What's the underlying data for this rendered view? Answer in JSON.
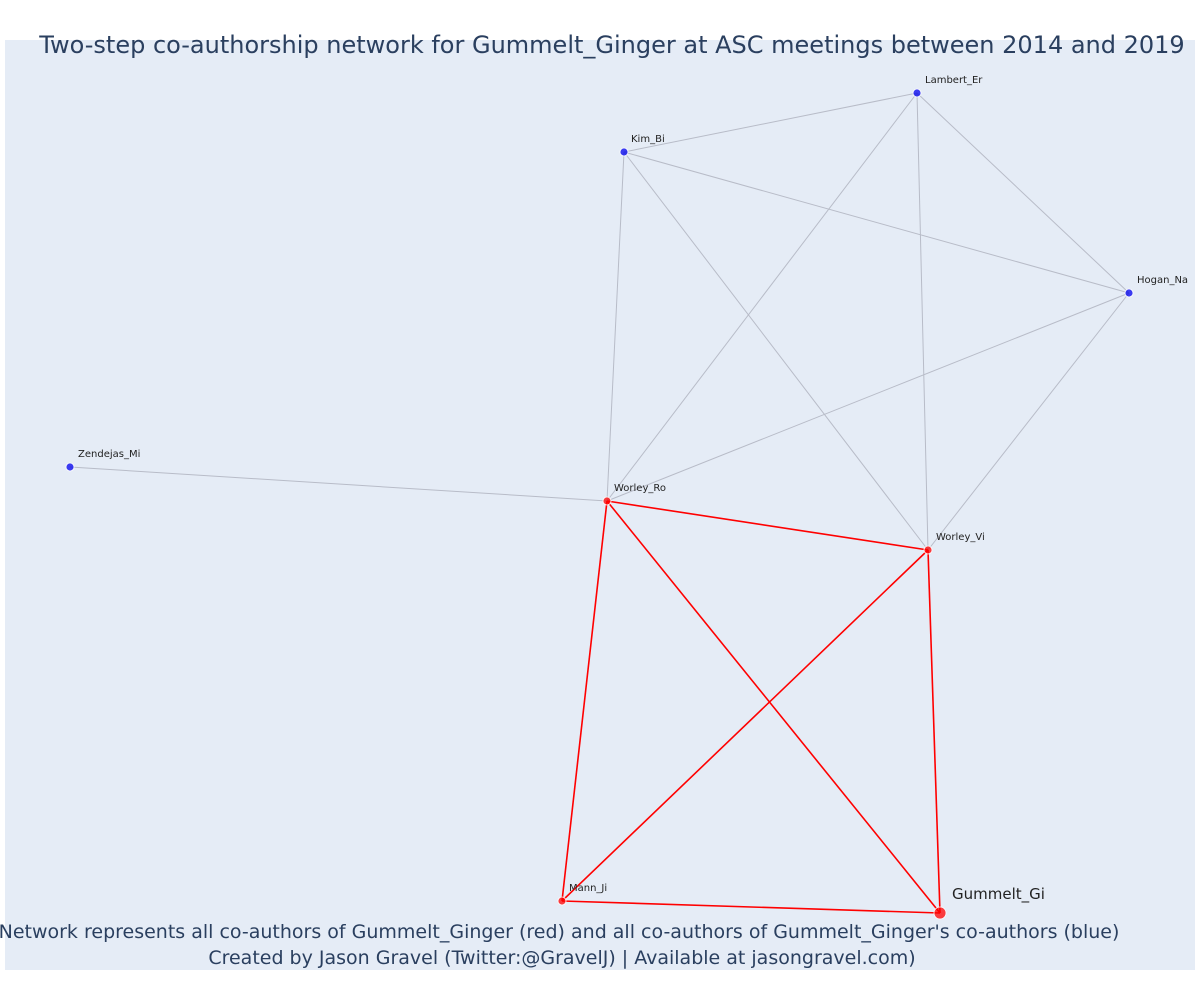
{
  "title": "Two-step co-authorship network for Gummelt_Ginger at ASC meetings between 2014 and 2019",
  "caption": {
    "line1": "Network represents all co-authors of Gummelt_Ginger (red) and all co-authors of Gummelt_Ginger's co-authors (blue)",
    "line2": "Created by Jason Gravel (Twitter:@GravelJ) | Available at jasongravel.com)"
  },
  "colors": {
    "background": "#e5ecf6",
    "first_degree": "#ff0000",
    "second_degree": "#0000ee",
    "edge_first": "#ff0000",
    "edge_other": "#b8bcc8",
    "text": "#2a3f5f"
  },
  "network": {
    "nodes": [
      {
        "id": "Lambert_Er",
        "label": "Lambert_Er",
        "group": "second_degree"
      },
      {
        "id": "Kim_Bi",
        "label": "Kim_Bi",
        "group": "second_degree"
      },
      {
        "id": "Hogan_Na",
        "label": "Hogan_Na",
        "group": "second_degree"
      },
      {
        "id": "Zendejas_Mi",
        "label": "Zendejas_Mi",
        "group": "second_degree"
      },
      {
        "id": "Worley_Ro",
        "label": "Worley_Ro",
        "group": "first_degree"
      },
      {
        "id": "Worley_Vi",
        "label": "Worley_Vi",
        "group": "first_degree"
      },
      {
        "id": "Mann_Ji",
        "label": "Mann_Ji",
        "group": "first_degree"
      },
      {
        "id": "Gummelt_Gi",
        "label": "Gummelt_Gi",
        "group": "focal"
      }
    ],
    "edges": [
      {
        "source": "Kim_Bi",
        "target": "Lambert_Er",
        "type": "other"
      },
      {
        "source": "Lambert_Er",
        "target": "Hogan_Na",
        "type": "other"
      },
      {
        "source": "Lambert_Er",
        "target": "Worley_Ro",
        "type": "other"
      },
      {
        "source": "Lambert_Er",
        "target": "Worley_Vi",
        "type": "other"
      },
      {
        "source": "Kim_Bi",
        "target": "Hogan_Na",
        "type": "other"
      },
      {
        "source": "Kim_Bi",
        "target": "Worley_Ro",
        "type": "other"
      },
      {
        "source": "Kim_Bi",
        "target": "Worley_Vi",
        "type": "other"
      },
      {
        "source": "Hogan_Na",
        "target": "Worley_Ro",
        "type": "other"
      },
      {
        "source": "Hogan_Na",
        "target": "Worley_Vi",
        "type": "other"
      },
      {
        "source": "Zendejas_Mi",
        "target": "Worley_Ro",
        "type": "other"
      },
      {
        "source": "Worley_Ro",
        "target": "Worley_Vi",
        "type": "first"
      },
      {
        "source": "Worley_Ro",
        "target": "Mann_Ji",
        "type": "first"
      },
      {
        "source": "Worley_Ro",
        "target": "Gummelt_Gi",
        "type": "first"
      },
      {
        "source": "Worley_Vi",
        "target": "Mann_Ji",
        "type": "first"
      },
      {
        "source": "Worley_Vi",
        "target": "Gummelt_Gi",
        "type": "first"
      },
      {
        "source": "Mann_Ji",
        "target": "Gummelt_Gi",
        "type": "first"
      }
    ]
  }
}
